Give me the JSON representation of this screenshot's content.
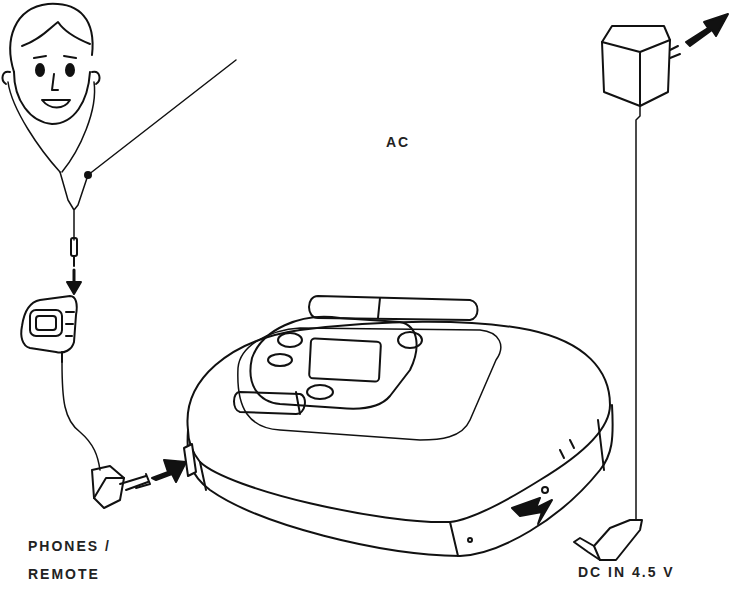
{
  "diagram": {
    "labels": [
      "AC",
      "PHONES / REMOTE",
      "DC IN 4.5 V"
    ]
  }
}
